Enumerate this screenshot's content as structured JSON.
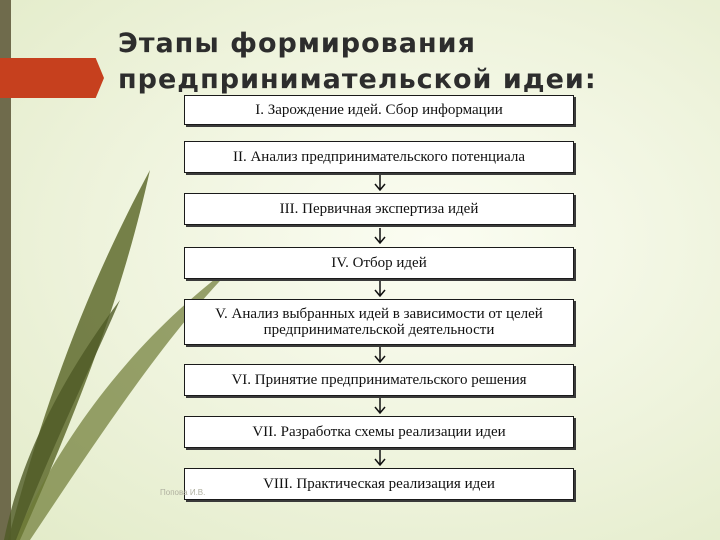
{
  "slide": {
    "title_line1": "Этапы формирования",
    "title_line2": "предпринимательской идеи:",
    "author": "Попова И.В."
  },
  "stages": [
    {
      "label": "I. Зарождение идей. Сбор информации"
    },
    {
      "label": "II. Анализ предпринимательского потенциала"
    },
    {
      "label": "III. Первичная экспертиза идей"
    },
    {
      "label": "IV. Отбор идей"
    },
    {
      "label": "V. Анализ выбранных идей в зависимости от целей предпринимательской деятельности"
    },
    {
      "label": "VI. Принятие предпринимательского решения"
    },
    {
      "label": "VII. Разработка схемы реализации идеи"
    },
    {
      "label": "VIII. Практическая реализация идеи"
    }
  ],
  "colors": {
    "accent_tab": "#c6401e",
    "sidebar_strip": "#6f6b4c",
    "grass": "#5f6b2e"
  }
}
